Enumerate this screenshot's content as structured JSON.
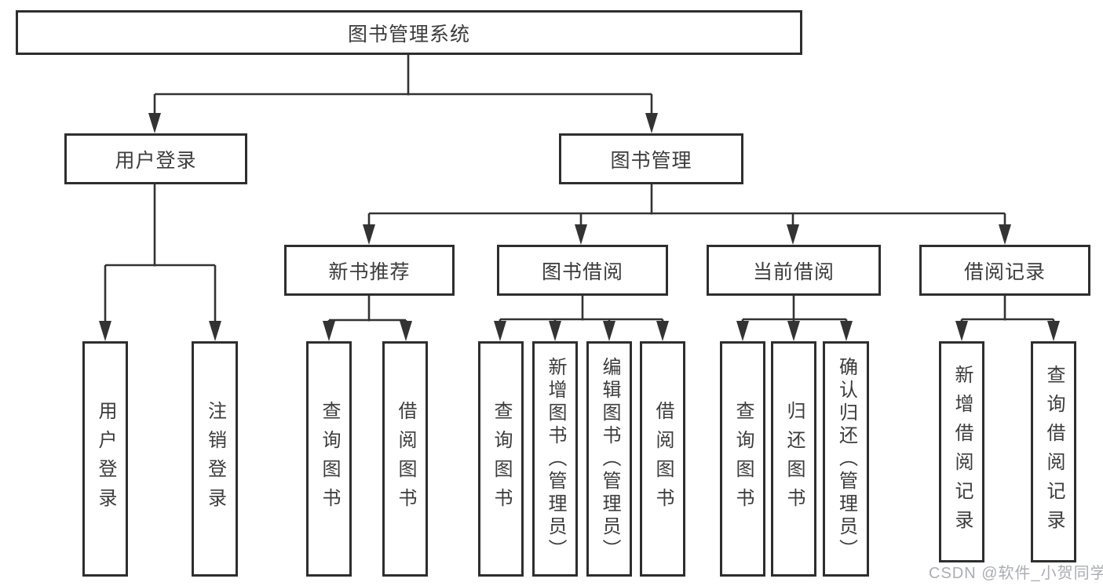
{
  "diagram": {
    "watermark": "CSDN @软件_小贺同学",
    "colors": {
      "line": "#333333",
      "box_border": "#2e2e2e",
      "box_fill": "#ffffff",
      "text": "#3c3c3c",
      "watermark": "#aaadb2"
    },
    "nodes": {
      "root": {
        "label": "图书管理系统"
      },
      "user_login": {
        "label": "用户登录"
      },
      "book_mgmt": {
        "label": "图书管理"
      },
      "new_books": {
        "label": "新书推荐"
      },
      "book_borrow": {
        "label": "图书借阅"
      },
      "current_borrow": {
        "label": "当前借阅"
      },
      "borrow_records": {
        "label": "借阅记录"
      },
      "leaf_user_login": {
        "label": "用户登录"
      },
      "leaf_logout": {
        "label": "注销登录"
      },
      "leaf_nb_query": {
        "label": "查询图书"
      },
      "leaf_nb_borrow": {
        "label": "借阅图书"
      },
      "leaf_bb_query": {
        "label": "查询图书"
      },
      "leaf_bb_add": {
        "label": "新增图书（管理员）"
      },
      "leaf_bb_edit": {
        "label": "编辑图书（管理员）"
      },
      "leaf_bb_borrow": {
        "label": "借阅图书"
      },
      "leaf_cb_query": {
        "label": "查询图书"
      },
      "leaf_cb_return": {
        "label": "归还图书"
      },
      "leaf_cb_confirm": {
        "label": "确认归还（管理员）"
      },
      "leaf_rec_add": {
        "label": "新增借阅记录"
      },
      "leaf_rec_query": {
        "label": "查询借阅记录"
      }
    }
  }
}
